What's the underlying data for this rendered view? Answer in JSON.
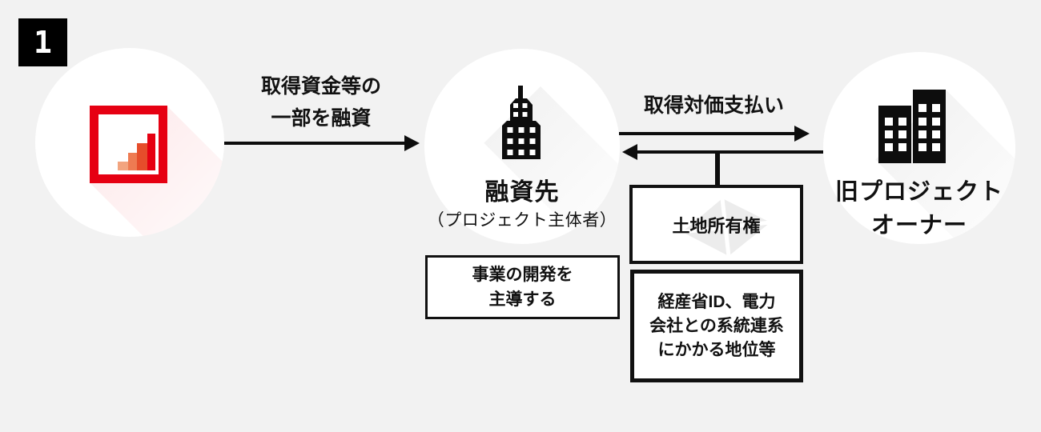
{
  "page": {
    "background_color": "#f2f2f2",
    "ink_color": "#111111",
    "accent_red": "#e60012"
  },
  "step_badge": {
    "label": "1"
  },
  "nodes": {
    "lender": {
      "icon": "bar-chart-logo",
      "logo_colors": [
        "#f2a47f",
        "#ee7b52",
        "#e64d2b",
        "#e60012"
      ]
    },
    "borrower": {
      "icon": "office-tower-icon",
      "title": "融資先",
      "subtitle": "（プロジェクト主体者）"
    },
    "owner": {
      "icon": "office-buildings-icon",
      "title_line1": "旧プロジェクト",
      "title_line2": "オーナー"
    }
  },
  "arrows": {
    "loan": {
      "direction": "right",
      "label_line1": "取得資金等の",
      "label_line2": "一部を融資"
    },
    "payment": {
      "direction": "right",
      "label": "取得対価支払い"
    },
    "transfer": {
      "direction": "left"
    }
  },
  "boxes": {
    "role": {
      "line1": "事業の開発を",
      "line2": "主導する"
    },
    "land": {
      "icon": "land-plot-watermark-icon",
      "label": "土地所有権"
    },
    "rights": {
      "line1": "経産省ID、電力",
      "line2": "会社との系統連系",
      "line3": "にかかる地位等"
    }
  }
}
